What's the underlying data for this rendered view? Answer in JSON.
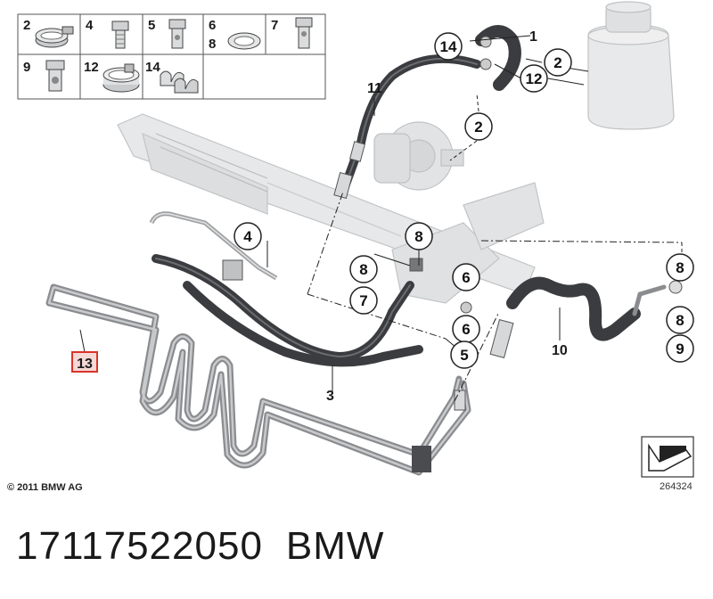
{
  "legend": {
    "cells": [
      {
        "num": "2",
        "icon": "hose-clamp-icon"
      },
      {
        "num": "4",
        "icon": "bolt-icon"
      },
      {
        "num": "5",
        "icon": "hollow-bolt-icon"
      },
      {
        "num": "6\n8",
        "icon": "seal-ring-icon"
      },
      {
        "num": "7",
        "icon": "hollow-bolt-small-icon"
      },
      {
        "num": "9",
        "icon": "banjo-bolt-icon"
      },
      {
        "num": "12",
        "icon": "clamp-band-icon"
      },
      {
        "num": "14",
        "icon": "bracket-clip-icon"
      }
    ]
  },
  "callouts": {
    "c1": "1",
    "c2a": "2",
    "c2b": "2",
    "c3": "3",
    "c4": "4",
    "c5": "5",
    "c6a": "6",
    "c6b": "6",
    "c7": "7",
    "c8a": "8",
    "c8b": "8",
    "c8c": "8",
    "c8d": "8",
    "c9": "9",
    "c10": "10",
    "c11": "11",
    "c12": "12",
    "c13": "13",
    "c14": "14"
  },
  "footer": {
    "copyright": "© 2011 BMW AG",
    "drawing_id": "264324",
    "part_number": "17117522050",
    "brand": "BMW"
  },
  "colors": {
    "hose": "#3a3c40",
    "hose_highlight": "#6a6c70",
    "pipe": "#8a8c8f",
    "ghost_part": "#dfe1e2",
    "highlight_box": "#d9342b"
  }
}
